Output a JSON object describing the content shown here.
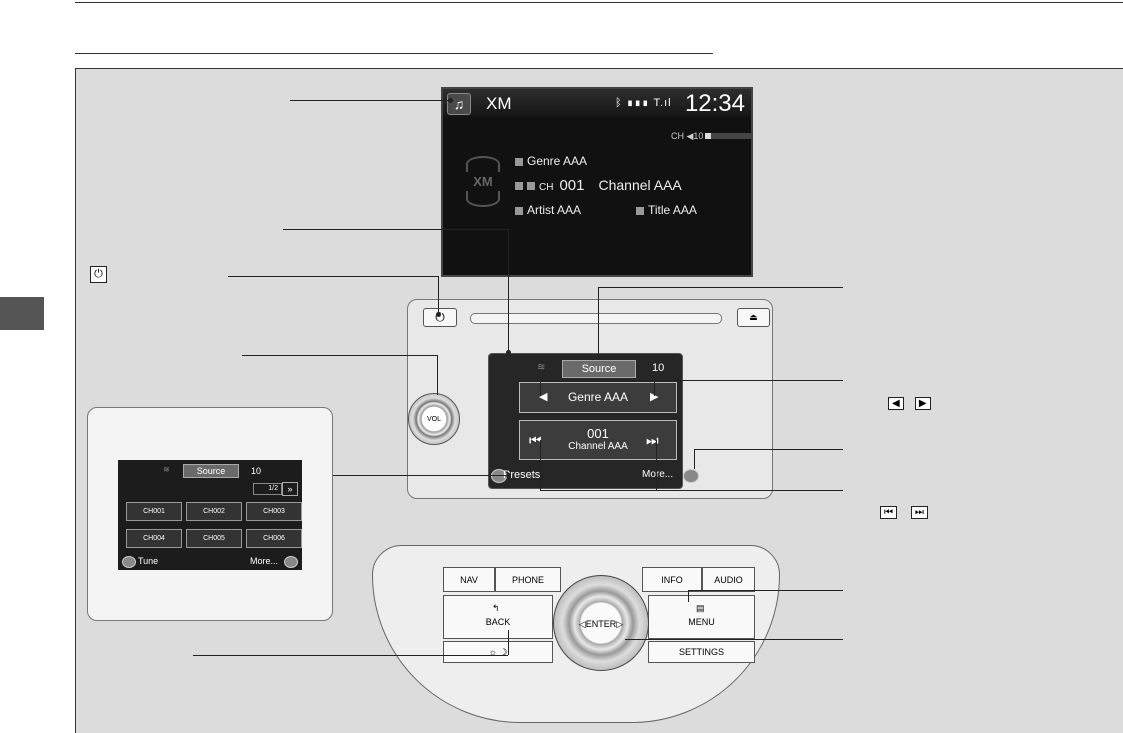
{
  "screen": {
    "music_icon": "♫",
    "source": "XM",
    "status_icons": "ᛒ ▮▮▮ T.ıl",
    "clock": "12:34",
    "volume_label": "CH ◀10",
    "volume_level": 0.12,
    "logo": "XM",
    "genre": "Genre AAA",
    "channel_prefix": "CH",
    "channel_number": "001",
    "channel_name": "Channel AAA",
    "artist": "Artist AAA",
    "title": "Title AAA"
  },
  "unit": {
    "power_icon": "⏻",
    "eject_icon": "⏏",
    "vol_label": "VOL",
    "source_button": "Source",
    "volume": "10",
    "genre_button": "Genre AAA",
    "prev_arrow": "◀",
    "next_arrow": "▶",
    "channel_number": "001",
    "channel_name": "Channel AAA",
    "skip_back": "⏮",
    "skip_fwd": "⏭",
    "presets": "Presets",
    "more": "More..."
  },
  "inset": {
    "source_button": "Source",
    "volume": "10",
    "page": "1/2",
    "next_page": "»",
    "channels": [
      "CH001",
      "CH002",
      "CH003",
      "CH004",
      "CH005",
      "CH006"
    ],
    "tune": "Tune",
    "more": "More..."
  },
  "console": {
    "nav": "NAV",
    "phone": "PHONE",
    "info": "INFO",
    "audio": "AUDIO",
    "back": "BACK",
    "menu": "MENU",
    "enter": "◁ENTER▷",
    "settings": "SETTINGS",
    "day_night": "☼ ☽"
  },
  "legend": {
    "power_icon": "⏻",
    "arrows": [
      "◀",
      "▶"
    ],
    "skips": [
      "⏮",
      "⏭"
    ]
  }
}
